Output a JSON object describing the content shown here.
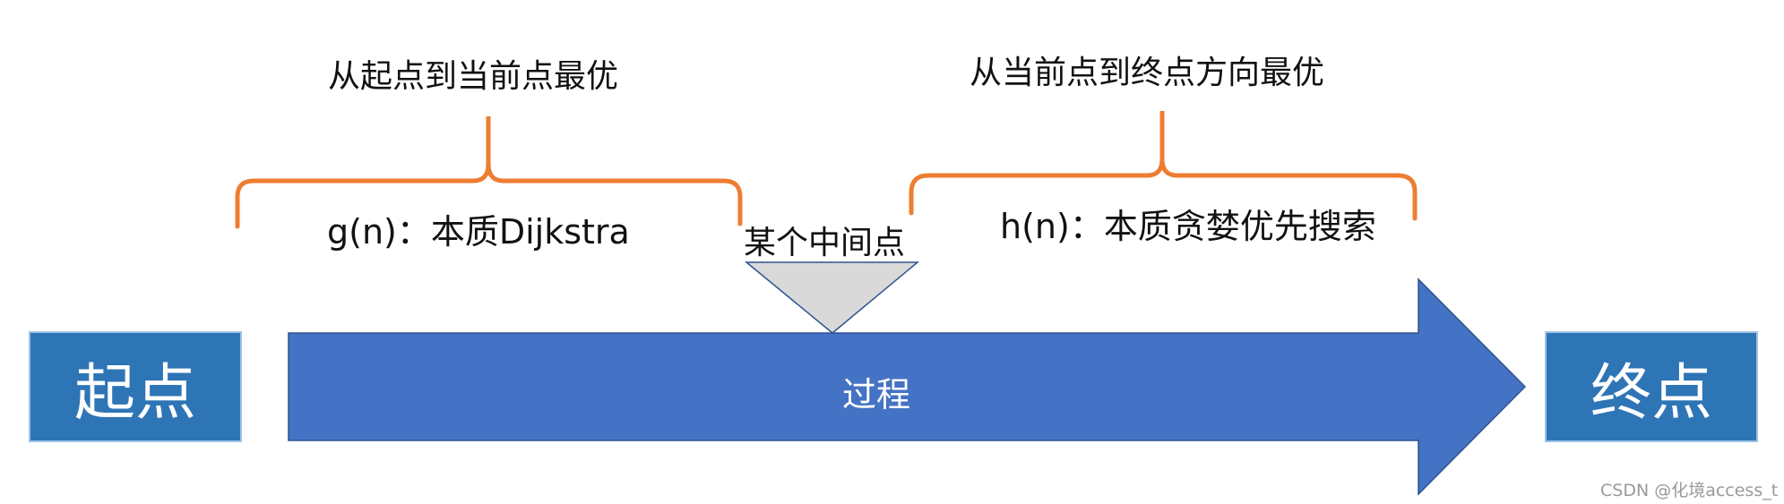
{
  "colors": {
    "box_fill": "#2E75B6",
    "box_border": "#9DC3E6",
    "arrow_fill": "#4472C4",
    "arrow_border": "#2F528F",
    "brace": "#ED7D31",
    "marker_fill": "#D9D9D9",
    "marker_border": "#2F528F"
  },
  "start": {
    "label": "起点"
  },
  "end": {
    "label": "终点"
  },
  "process": {
    "label": "过程"
  },
  "midpoint": {
    "label": "某个中间点"
  },
  "left_section": {
    "title": "从起点到当前点最优",
    "formula": "g(n)：本质Dijkstra"
  },
  "right_section": {
    "title": "从当前点到终点方向最优",
    "formula": "h(n)：本质贪婪优先搜索"
  },
  "watermark": "CSDN @化境access_t"
}
